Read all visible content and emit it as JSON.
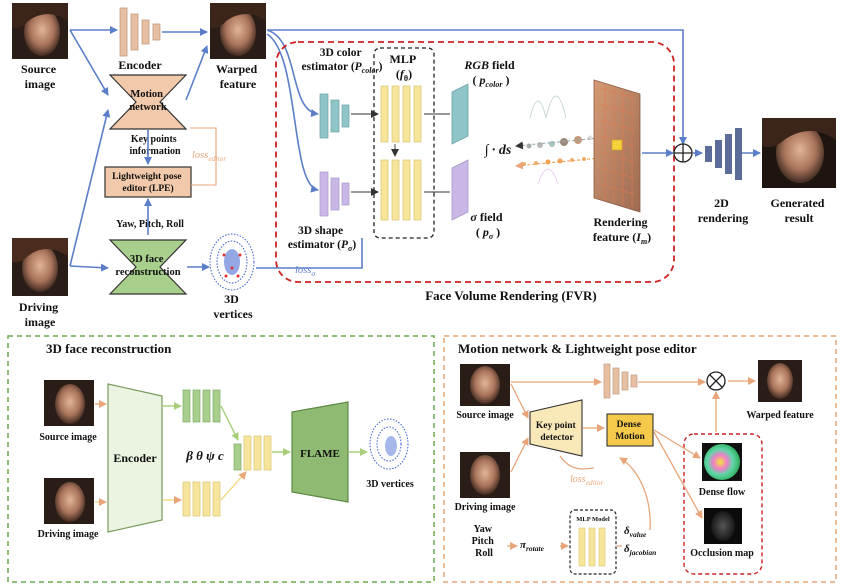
{
  "top": {
    "source_image": [
      "Source",
      "image"
    ],
    "driving_image": [
      "Driving",
      "image"
    ],
    "encoder": "Encoder",
    "warped_feature": [
      "Warped",
      "feature"
    ],
    "motion_network": [
      "Motion",
      "network"
    ],
    "key_points_info": [
      "Key points",
      "information"
    ],
    "loss_editor": "loss",
    "loss_editor_sub": "editor",
    "lpe": [
      "Lightweight pose",
      "editor (LPE)"
    ],
    "yaw_pitch_roll": "Yaw, Pitch, Roll",
    "face_recon": [
      "3D face",
      "reconstruction"
    ],
    "vertices": [
      "3D",
      "vertices"
    ],
    "loss_sigma": "loss",
    "loss_sigma_sub": "σ",
    "color_estimator": [
      "3D color",
      "estimator (",
      "P",
      "color",
      ")"
    ],
    "shape_estimator": [
      "3D shape",
      "estimator (",
      "P",
      "σ",
      ")"
    ],
    "mlp": [
      "MLP",
      "(",
      "f",
      "θ",
      ")"
    ],
    "rgb_field": [
      "RGB",
      " field",
      "( ",
      "p",
      "color",
      " )"
    ],
    "sigma_field": [
      "σ",
      " field",
      "( ",
      "p",
      "σ",
      " )"
    ],
    "integral": "∫ · ds",
    "rendering_feature": [
      "Rendering",
      "feature (",
      "I",
      "m",
      ")"
    ],
    "rendering_2d": [
      "2D",
      "rendering"
    ],
    "generated_result": [
      "Generated",
      "result"
    ],
    "fvr_caption": "Face Volume Rendering (FVR)"
  },
  "panel_left": {
    "title": "3D face reconstruction",
    "source_image": "Source image",
    "driving_image": "Driving image",
    "encoder": "Encoder",
    "params": "β θ ψ c",
    "flame": "FLAME",
    "vertices": "3D vertices"
  },
  "panel_right": {
    "title": "Motion network & Lightweight pose editor",
    "source_image": "Source image",
    "driving_image": "Driving image",
    "key_point_detector": [
      "Key point",
      "detector"
    ],
    "dense_motion": [
      "Dense",
      "Motion"
    ],
    "warped_feature": "Warped feature",
    "loss_editor": "loss",
    "loss_editor_sub": "editor",
    "ypr": [
      "Yaw",
      "Pitch",
      "Roll"
    ],
    "pi_rotate": "π",
    "pi_rotate_sub": "rotate",
    "mlp_model": "MLP Model",
    "delta_value": "δ",
    "delta_value_sub": "value",
    "delta_jacobian": "δ",
    "delta_jacobian_sub": "jacobian",
    "dense_flow": "Dense flow",
    "occlusion_map": "Occlusion map"
  },
  "colors": {
    "blue_arrow": "#5b7ec8",
    "orange_arrow": "#e8a579",
    "green_arrow": "#a9cf7c",
    "fvr_border": "#cc2222",
    "left_panel_border": "#6aa84f",
    "right_panel_border": "#e8a579",
    "encoder_fill": "#e7bfa3",
    "motion_fill": "#f2c9ab",
    "recon_fill": "#a9cf8d",
    "mlp_fill": "#f7e59b",
    "teal_fill": "#8fc5c8",
    "lavender_fill": "#c9b8e6",
    "navy_fill": "#5b6b9a",
    "gold_fill": "#f5c94a"
  }
}
